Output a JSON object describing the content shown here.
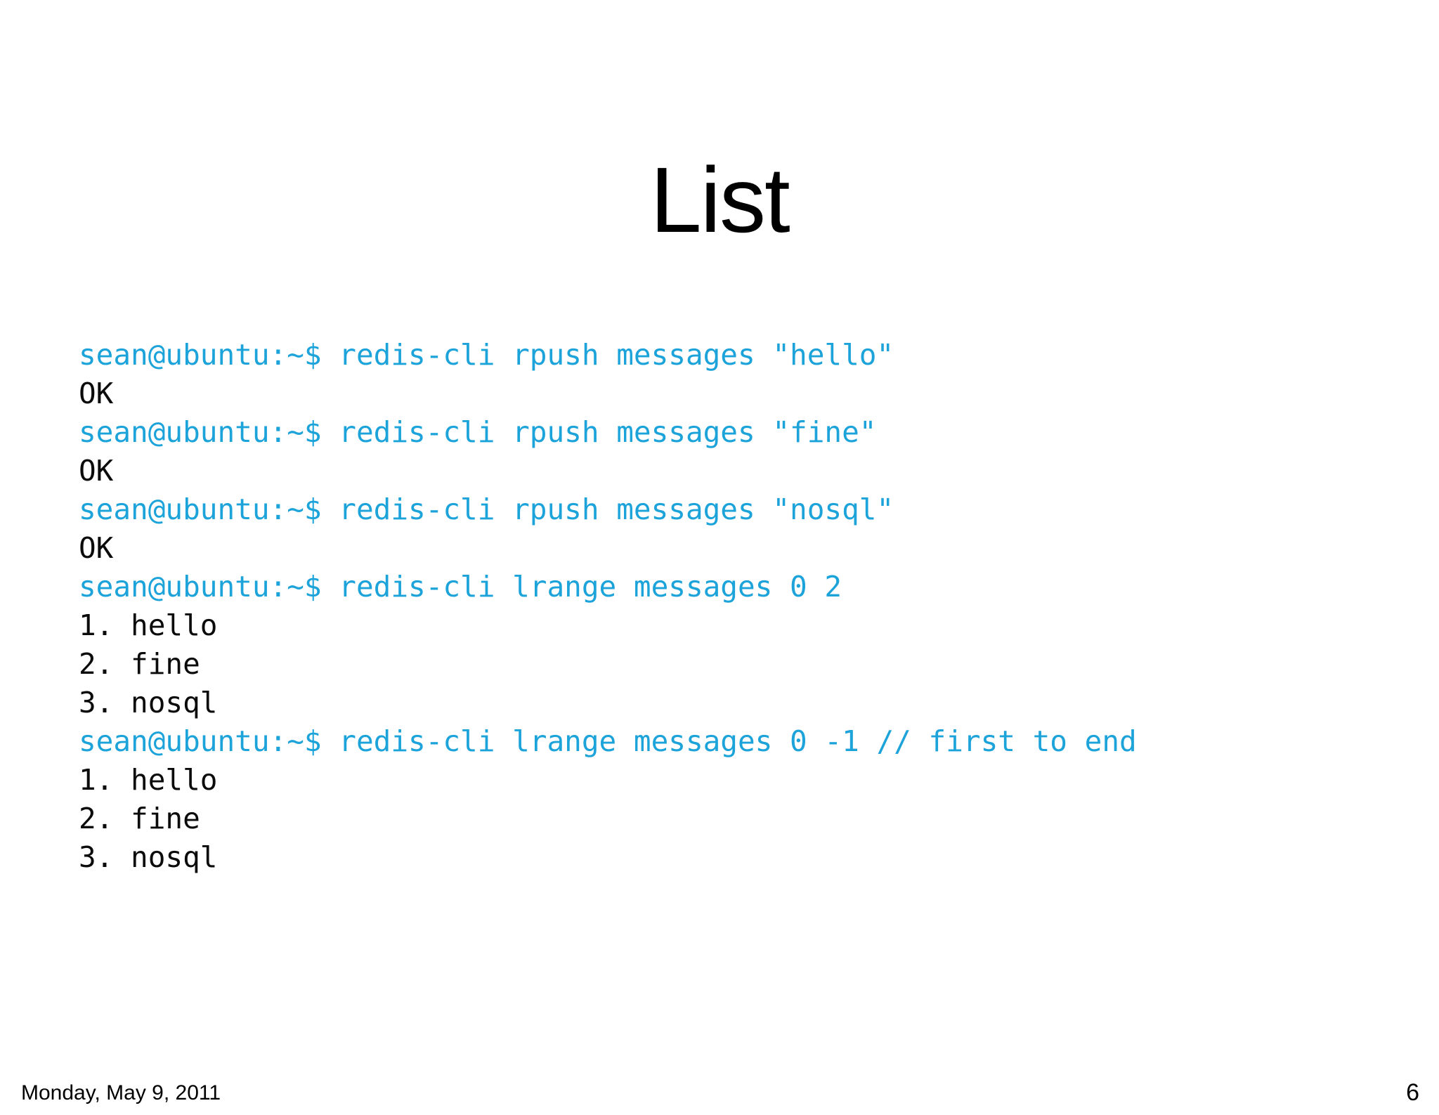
{
  "slide": {
    "title": "List",
    "background_color": "#ffffff",
    "command_color": "#1CA3DA",
    "output_color": "#0B0B0B"
  },
  "terminal": {
    "prompt": "sean@ubuntu:~$",
    "lines": [
      {
        "kind": "command",
        "text": "sean@ubuntu:~$ redis-cli rpush messages \"hello\""
      },
      {
        "kind": "output",
        "text": "OK"
      },
      {
        "kind": "command",
        "text": "sean@ubuntu:~$ redis-cli rpush messages \"fine\""
      },
      {
        "kind": "output",
        "text": "OK"
      },
      {
        "kind": "command",
        "text": "sean@ubuntu:~$ redis-cli rpush messages \"nosql\""
      },
      {
        "kind": "output",
        "text": "OK"
      },
      {
        "kind": "command",
        "text": "sean@ubuntu:~$ redis-cli lrange messages 0 2"
      },
      {
        "kind": "output",
        "text": "1. hello"
      },
      {
        "kind": "output",
        "text": "2. fine"
      },
      {
        "kind": "output",
        "text": "3. nosql"
      },
      {
        "kind": "command",
        "text": "sean@ubuntu:~$ redis-cli lrange messages 0 -1 // first to end"
      },
      {
        "kind": "output",
        "text": "1. hello"
      },
      {
        "kind": "output",
        "text": "2. fine"
      },
      {
        "kind": "output",
        "text": "3. nosql"
      }
    ]
  },
  "footer": {
    "date": "Monday, May 9, 2011",
    "page_number": "6"
  }
}
